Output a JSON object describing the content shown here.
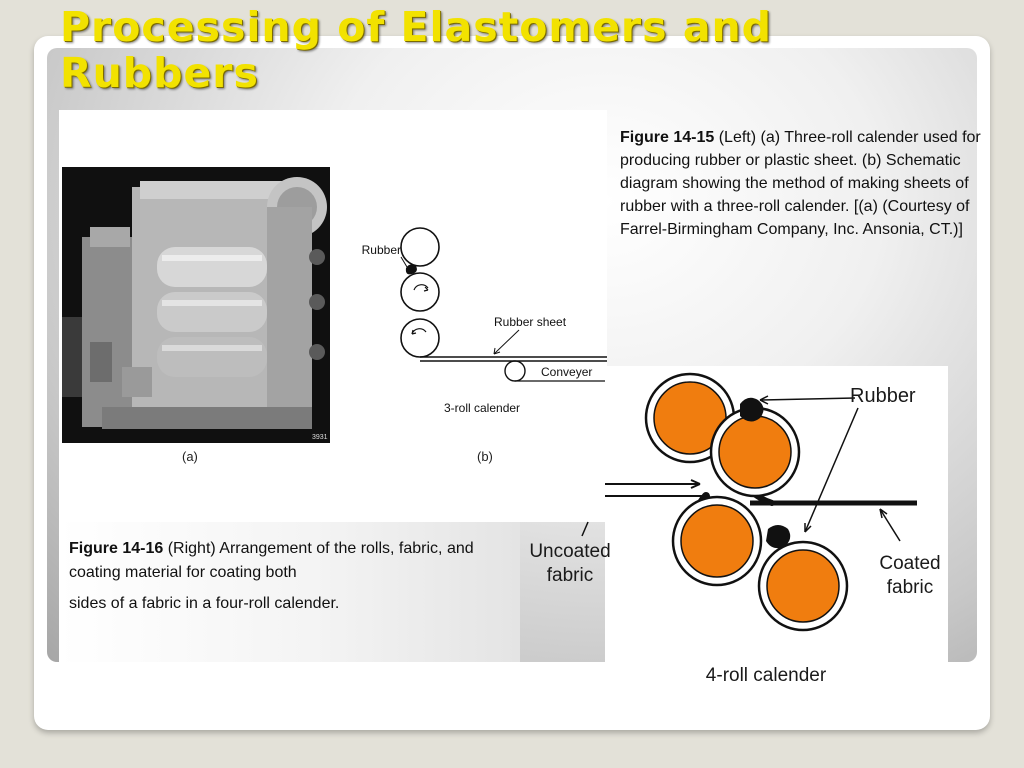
{
  "slide": {
    "title_line1": "Processing of Elastomers and",
    "title_line2": "Rubbers"
  },
  "figure_14_15": {
    "label_a": "(a)",
    "label_b": "(b)",
    "photo_stamp": "3931",
    "schematic": {
      "rubber": "Rubber",
      "rubber_sheet": "Rubber sheet",
      "conveyer": "Conveyer",
      "caption": "3-roll calender"
    },
    "caption": {
      "ref": "Figure 14-15",
      "text": " (Left) (a) Three-roll calender used for producing rubber or plastic sheet. (b) Schematic diagram showing the method of making sheets of rubber with a three-roll calender. [(a) (Courtesy of Farrel-Birmingham Company, Inc. Ansonia, CT.)]"
    }
  },
  "figure_14_16": {
    "caption": {
      "ref": "Figure 14-16",
      "text_part1": " (Right) Arrangement of the rolls, fabric, and coating material for coating both",
      "text_part2": "sides of a fabric in a four-roll calender."
    },
    "diagram": {
      "rubber": "Rubber",
      "uncoated_line1": "Uncoated",
      "uncoated_line2": "fabric",
      "coated_line1": "Coated",
      "coated_line2": "fabric",
      "caption": "4-roll calender"
    },
    "roll_color": "#f07d0f"
  }
}
